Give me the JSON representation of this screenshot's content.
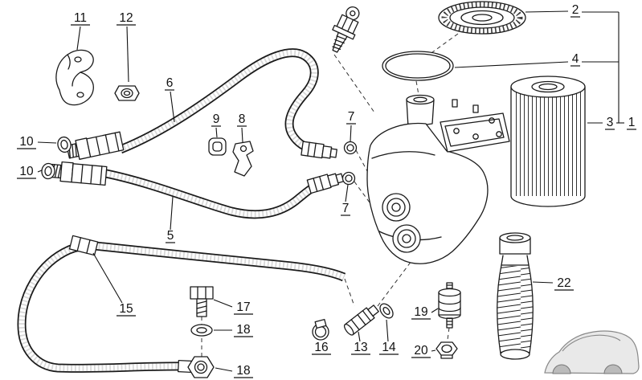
{
  "diagram": {
    "kind": "exploded-parts-diagram",
    "subject": "Engine oil filter housing with hoses and filter element",
    "background_color": "#ffffff",
    "line_color": "#1a1a1a"
  },
  "callouts": [
    {
      "label": "11"
    },
    {
      "label": "12"
    },
    {
      "label": "6"
    },
    {
      "label": "10"
    },
    {
      "label": "10"
    },
    {
      "label": "9"
    },
    {
      "label": "8"
    },
    {
      "label": "7"
    },
    {
      "label": "7"
    },
    {
      "label": "5"
    },
    {
      "label": "15"
    },
    {
      "label": "17"
    },
    {
      "label": "18"
    },
    {
      "label": "18"
    },
    {
      "label": "16"
    },
    {
      "label": "13"
    },
    {
      "label": "14"
    },
    {
      "label": "19"
    },
    {
      "label": "20"
    },
    {
      "label": "22"
    },
    {
      "label": "2"
    },
    {
      "label": "4"
    },
    {
      "label": "3"
    },
    {
      "label": "1"
    }
  ]
}
